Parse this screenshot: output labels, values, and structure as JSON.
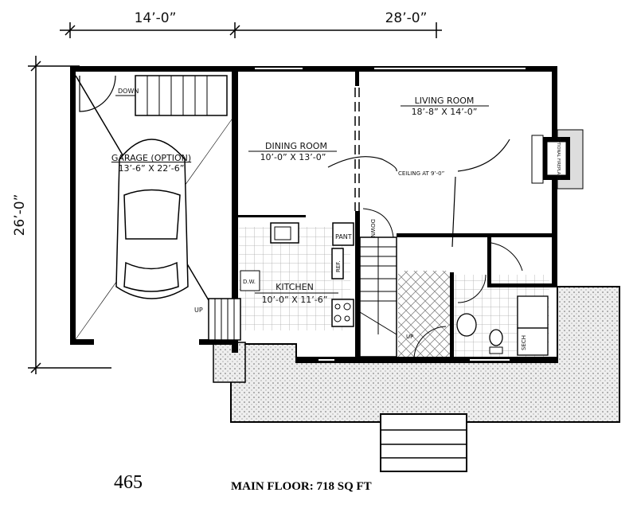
{
  "plan": {
    "dimensions": {
      "garage_width": "14’-0”",
      "house_width": "28’-0”",
      "depth": "26’-0”"
    },
    "rooms": [
      {
        "name": "GARAGE (OPTION)",
        "size": "13’-6” X 22’-6”"
      },
      {
        "name": "DINING ROOM",
        "size": "10’-0” X 13’-0”"
      },
      {
        "name": "LIVING ROOM",
        "size": "18’-8” X 14’-0”"
      },
      {
        "name": "KITCHEN",
        "size": "10’-0” X 11’-6”"
      }
    ],
    "notes": {
      "ceiling": "CEILING AT 9’-0”",
      "garage_down": "DOWN",
      "garage_up": "UP",
      "stair_down": "DOWN",
      "stair_up": "UP",
      "pantry": "PANT",
      "fridge": "REF.",
      "dishwasher": "D.W.",
      "fireplace": "OPTIONAL FIREPLACE",
      "dryer": "SECH"
    }
  },
  "footer": {
    "plan_number": "465",
    "floor_area": "MAIN FLOOR: 718 SQ FT"
  }
}
